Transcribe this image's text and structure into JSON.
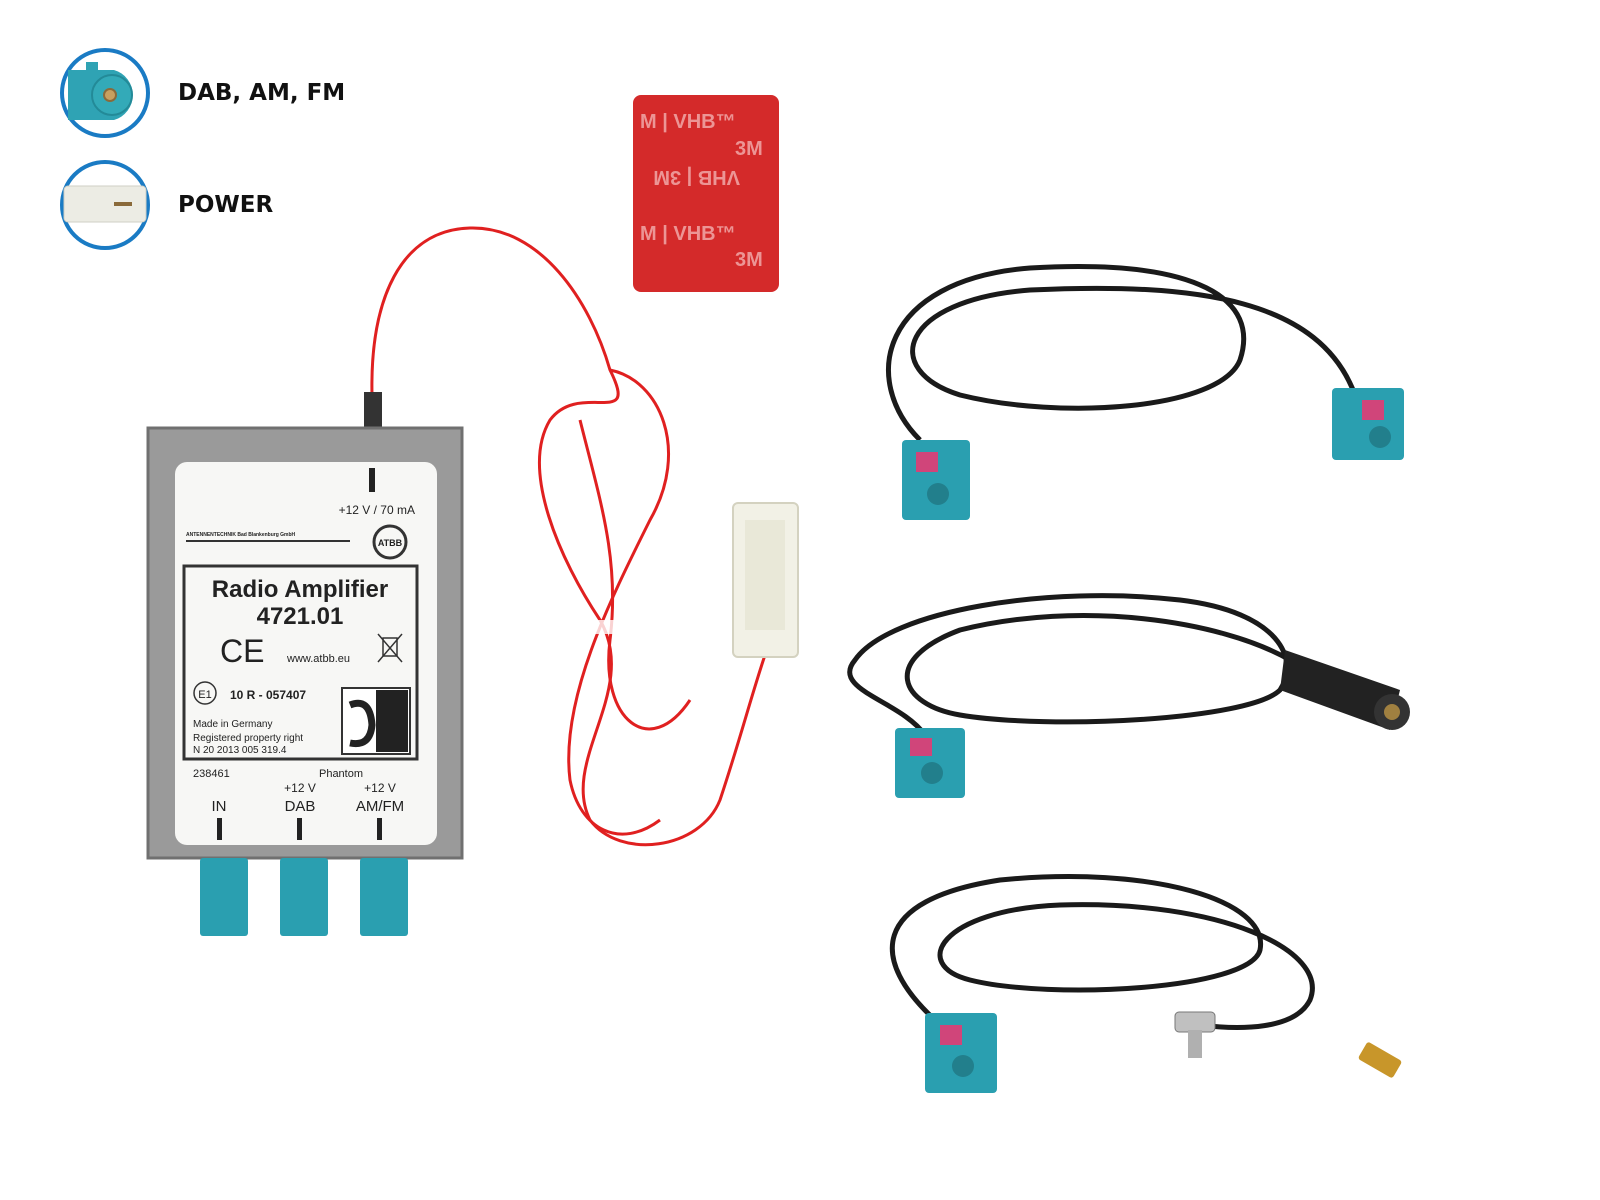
{
  "legend": [
    {
      "label": "DAB, AM, FM",
      "icon": "fakra-connector-icon",
      "color": "#2fa3b4"
    },
    {
      "label": "POWER",
      "icon": "power-connector-icon",
      "color": "#ecece4"
    }
  ],
  "amplifier": {
    "power_rating": "+12 V / 70 mA",
    "manufacturer": "ANTENNENTECHNIK Bad Blankenburg GmbH",
    "brand_logo": "ATBB",
    "title": "Radio Amplifier",
    "model": "4721.01",
    "ce_mark": "CE",
    "website": "www.atbb.eu",
    "e_mark": "E1",
    "approval": "10 R - 057407",
    "made_in": "Made in Germany",
    "registered": "Registered property right",
    "patent": "N 20 2013 005 319.4",
    "serial": "238461",
    "phantom": "Phantom",
    "ports": [
      {
        "voltage": "",
        "label": "IN"
      },
      {
        "voltage": "+12 V",
        "label": "DAB"
      },
      {
        "voltage": "+12 V",
        "label": "AM/FM"
      }
    ]
  },
  "adhesive_pad": {
    "brand": "3M",
    "product": "VHB",
    "color": "#d42a2a"
  },
  "colors": {
    "teal": "#2a9fb0",
    "cable": "#1a1a1a",
    "wire": "#e02020",
    "pink": "#d0457a"
  }
}
